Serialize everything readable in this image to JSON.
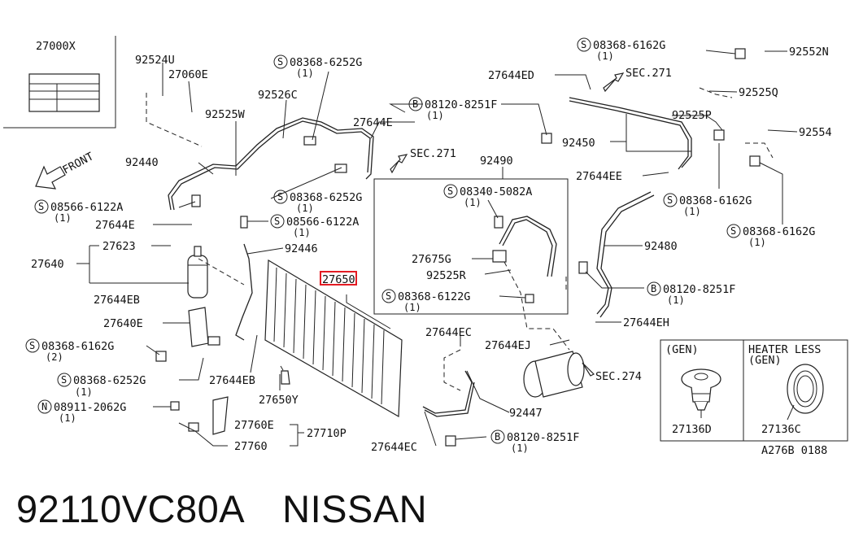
{
  "diagram": {
    "label_box": "27000X",
    "front_label": "FRONT",
    "highlight_color": "#e31b23",
    "callouts": [
      {
        "id": "c92524u",
        "code": "92524U"
      },
      {
        "id": "c27060e",
        "code": "27060E"
      },
      {
        "id": "c92525w",
        "code": "92525W"
      },
      {
        "id": "c92440",
        "code": "92440"
      },
      {
        "id": "c08566a",
        "code": "08566-6122A",
        "prefix": "S",
        "qty": "(1)"
      },
      {
        "id": "c27644e_l",
        "code": "27644E"
      },
      {
        "id": "c27623",
        "code": "27623"
      },
      {
        "id": "c27640",
        "code": "27640"
      },
      {
        "id": "c27644eb_l",
        "code": "27644EB"
      },
      {
        "id": "c27640e",
        "code": "27640E"
      },
      {
        "id": "c08368_6162g_2",
        "code": "08368-6162G",
        "prefix": "S",
        "qty": "(2)"
      },
      {
        "id": "c08368_6252g_b",
        "code": "08368-6252G",
        "prefix": "S",
        "qty": "(1)"
      },
      {
        "id": "c08911",
        "code": "08911-2062G",
        "prefix": "N",
        "qty": "(1)"
      },
      {
        "id": "c27760e",
        "code": "27760E"
      },
      {
        "id": "c27760",
        "code": "27760"
      },
      {
        "id": "c27710p",
        "code": "27710P"
      },
      {
        "id": "c08368_6252g_t",
        "code": "08368-6252G",
        "prefix": "S",
        "qty": "(1)"
      },
      {
        "id": "c92526c",
        "code": "92526C"
      },
      {
        "id": "c27644e_m",
        "code": "27644E"
      },
      {
        "id": "c08368_6252g_m",
        "code": "08368-6252G",
        "prefix": "S",
        "qty": "(1)"
      },
      {
        "id": "c08566b",
        "code": "08566-6122A",
        "prefix": "S",
        "qty": "(1)"
      },
      {
        "id": "c92446",
        "code": "92446"
      },
      {
        "id": "c27644eb_m",
        "code": "27644EB"
      },
      {
        "id": "c27650y",
        "code": "27650Y"
      },
      {
        "id": "c08120_top",
        "code": "08120-8251F",
        "prefix": "B",
        "qty": "(1)"
      },
      {
        "id": "c92490",
        "code": "92490"
      },
      {
        "id": "c08340",
        "code": "08340-5082A",
        "prefix": "S",
        "qty": "(1)"
      },
      {
        "id": "c27675g",
        "code": "27675G"
      },
      {
        "id": "c92525r",
        "code": "92525R"
      },
      {
        "id": "c08368_6122g",
        "code": "08368-6122G",
        "prefix": "S",
        "qty": "(1)"
      },
      {
        "id": "c27644ec_m",
        "code": "27644EC"
      },
      {
        "id": "c27644ej",
        "code": "27644EJ"
      },
      {
        "id": "c92447",
        "code": "92447"
      },
      {
        "id": "c27644ec_b",
        "code": "27644EC"
      },
      {
        "id": "c08120_bot",
        "code": "08120-8251F",
        "prefix": "B",
        "qty": "(1)"
      },
      {
        "id": "c27644ed",
        "code": "27644ED"
      },
      {
        "id": "c08368_6162g_tr",
        "code": "08368-6162G",
        "prefix": "S",
        "qty": "(1)"
      },
      {
        "id": "c92552n",
        "code": "92552N"
      },
      {
        "id": "c92525q",
        "code": "92525Q"
      },
      {
        "id": "c92525p",
        "code": "92525P"
      },
      {
        "id": "c92554",
        "code": "92554"
      },
      {
        "id": "c92450",
        "code": "92450"
      },
      {
        "id": "c27644ee",
        "code": "27644EE"
      },
      {
        "id": "c08368_6162g_r1",
        "code": "08368-6162G",
        "prefix": "S",
        "qty": "(1)"
      },
      {
        "id": "c08368_6162g_r2",
        "code": "08368-6162G",
        "prefix": "S",
        "qty": "(1)"
      },
      {
        "id": "c92480",
        "code": "92480"
      },
      {
        "id": "c08120_mid",
        "code": "08120-8251F",
        "prefix": "B",
        "qty": "(1)"
      },
      {
        "id": "c27644eh",
        "code": "27644EH"
      },
      {
        "id": "c27650",
        "code": "27650",
        "highlight": true
      }
    ],
    "sec_refs": [
      {
        "id": "sec271_top",
        "code": "SEC.271"
      },
      {
        "id": "sec271_mid",
        "code": "SEC.271"
      },
      {
        "id": "sec274",
        "code": "SEC.274"
      }
    ],
    "inset": {
      "gen_title": "(GEN)",
      "heater_less_title": "HEATER LESS",
      "heater_less_sub": "(GEN)",
      "part_gen": "27136D",
      "part_heater_less": "27136C",
      "ref_code": "A276B 0188"
    }
  },
  "caption": {
    "part_number": "92110VC80A",
    "brand": "NISSAN"
  }
}
